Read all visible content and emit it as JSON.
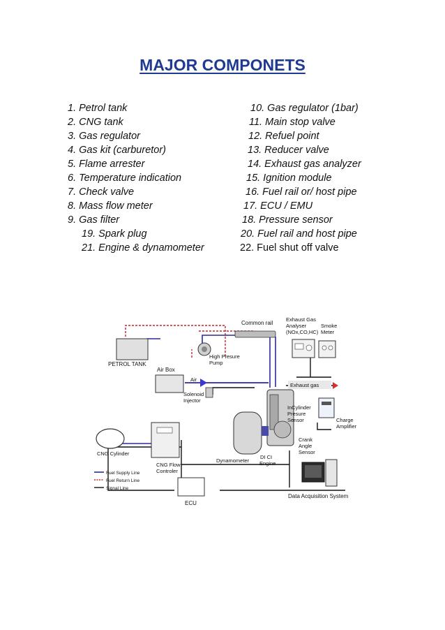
{
  "title": "MAJOR COMPONETS",
  "components": [
    "1.  Petrol tank",
    "2.  CNG tank",
    "3.  Gas regulator",
    "4.  Gas kit (carburetor)",
    "5.  Flame arrester",
    "6.  Temperature indication",
    "7.  Check valve",
    "8.  Mass flow meter",
    "9.  Gas filter",
    "19. Spark plug",
    "21. Engine & dynamometer",
    "10. Gas regulator (1bar)",
    "11. Main stop valve",
    "12. Refuel point",
    "13. Reducer valve",
    "14. Exhaust gas analyzer",
    "15. Ignition module",
    "16.  Fuel rail or/ host pipe",
    "17. ECU / EMU",
    "18. Pressure sensor",
    "20. Fuel rail and host pipe",
    "22. Fuel shut off valve"
  ],
  "diagram": {
    "labels": {
      "common_rail": "Common rail",
      "exhaust_analyser_1": "Exhaust Gas",
      "exhaust_analyser_2": "Analyser",
      "exhaust_analyser_3": "(NOx,CO,HC)",
      "smoke_meter_1": "Smoke",
      "smoke_meter_2": "Meter",
      "petrol_tank": "PETROL TANK",
      "high_pressure_pump_1": "High Presure",
      "high_pressure_pump_2": "Pump",
      "air_box": "Air Box",
      "air": "Air",
      "solenoid_injector_1": "Solenoid",
      "solenoid_injector_2": "Injector",
      "exhaust_gas": "Exhaust gas",
      "incylinder_1": "InCylinder",
      "incylinder_2": "Presure",
      "incylinder_3": "Sensor",
      "charge_amp_1": "Charge",
      "charge_amp_2": "Amplifier",
      "crank_1": "Crank",
      "crank_2": "Angle",
      "crank_3": "Sensor",
      "cng_cylinder": "CNG Cylinder",
      "cng_flow_1": "CNG Flow",
      "cng_flow_2": "Controler",
      "dynamometer": "Dynamometer",
      "engine_1": "DI CI",
      "engine_2": "Engine",
      "ecu": "ECU",
      "daq": "Data Acquisition System"
    },
    "legend": {
      "fuel_supply": "Fuel Supply Line",
      "fuel_return": "Fuel Return Line",
      "signal": "Signal Line"
    },
    "colors": {
      "title": "#1f3a93",
      "fuel_supply": "#2a2a9e",
      "fuel_return": "#c0262d",
      "signal": "#111111",
      "air_arrow": "#3a3ad0",
      "exhaust_arrow": "#d03030"
    }
  }
}
